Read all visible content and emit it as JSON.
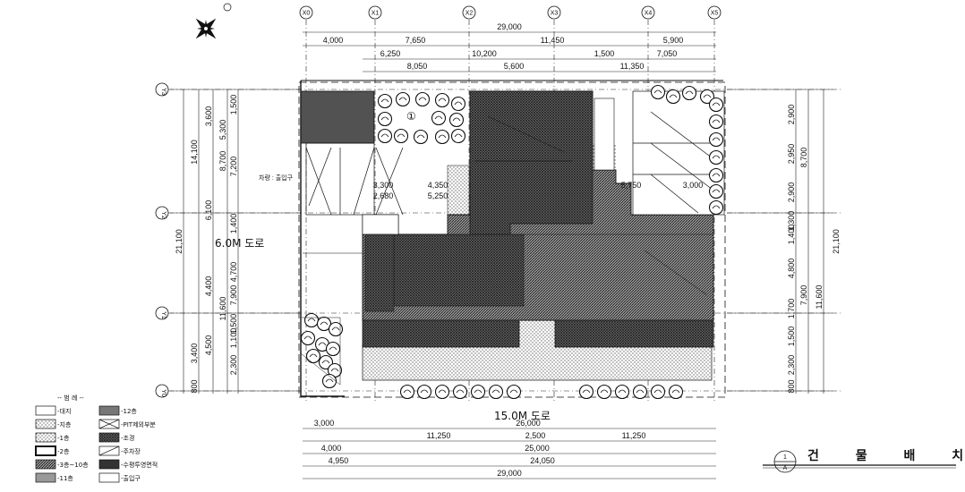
{
  "drawing_title": "건 물 배 치 도",
  "title_bubble_top": "1",
  "title_bubble_bottom": "A",
  "north_symbol": "north-arrow-icon",
  "grid_x": [
    "X0",
    "X1",
    "X2",
    "X3",
    "X4",
    "X5"
  ],
  "grid_y": [
    "Y3",
    "Y2",
    "Y1",
    "Y0"
  ],
  "top_dims": {
    "total": "29,000",
    "row1": [
      "4,000",
      "7,650",
      "11,450",
      "5,900"
    ],
    "row2": [
      "6,250",
      "10,200",
      "1,500",
      "7,050"
    ],
    "row3": [
      "8,050",
      "5,600",
      "11,350"
    ]
  },
  "bottom_dims": {
    "row1": [
      "3,000",
      "26,000"
    ],
    "row2": [
      "11,250",
      "2,500",
      "11,250"
    ],
    "row3": [
      "4,000",
      "25,000"
    ],
    "row4": [
      "4,950",
      "24,050"
    ],
    "total": "29,000"
  },
  "left_dims": {
    "total": "21,100",
    "col1": [
      "14,100",
      "3,400",
      "800"
    ],
    "col2": [
      "3,600",
      "6,100",
      "4,400",
      "4,500"
    ],
    "col3": [
      "5,300",
      "8,700",
      "11,600"
    ],
    "col4": [
      "1,500",
      "7,200",
      "1,400",
      "4,700",
      "7,900",
      "1,500",
      "1,100",
      "2,300"
    ]
  },
  "right_dims": {
    "total": "21,100",
    "col1": [
      "2,900",
      "2,950",
      "2,900",
      "1,300",
      "1,400",
      "4,800",
      "1,700",
      "1,500",
      "2,300",
      "800"
    ],
    "col2": [
      "8,700",
      "7,900",
      "11,600"
    ]
  },
  "inner_dims": [
    "3,300",
    "4,350",
    "2,680",
    "5,250",
    "5,750",
    "3,000"
  ],
  "inner_label": "차량 : 출입구",
  "marker_1": "①",
  "road_west": "6.0M 도로",
  "road_south": "15.0M 도로",
  "legend_title": "-- 범 례 --",
  "legend_left": [
    "-대지",
    "-지층",
    "-1층",
    "-2층",
    "-3층~10층",
    "-11층"
  ],
  "legend_right": [
    "-12층",
    "-PIT제외부분",
    "-조경",
    "-주차장",
    "-수평투영면적",
    "-출입구"
  ],
  "colors": {
    "line": "#111111",
    "hatch_dark": "#3a3a3a",
    "dots": "#777777"
  }
}
